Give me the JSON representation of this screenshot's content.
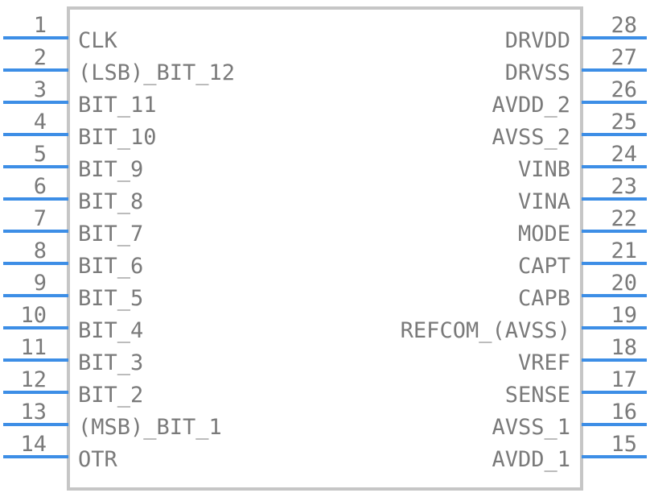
{
  "left_pins": [
    {
      "number": "1",
      "label": "CLK"
    },
    {
      "number": "2",
      "label": "(LSB)_BIT_12"
    },
    {
      "number": "3",
      "label": "BIT_11"
    },
    {
      "number": "4",
      "label": "BIT_10"
    },
    {
      "number": "5",
      "label": "BIT_9"
    },
    {
      "number": "6",
      "label": "BIT_8"
    },
    {
      "number": "7",
      "label": "BIT_7"
    },
    {
      "number": "8",
      "label": "BIT_6"
    },
    {
      "number": "9",
      "label": "BIT_5"
    },
    {
      "number": "10",
      "label": "BIT_4"
    },
    {
      "number": "11",
      "label": "BIT_3"
    },
    {
      "number": "12",
      "label": "BIT_2"
    },
    {
      "number": "13",
      "label": "(MSB)_BIT_1"
    },
    {
      "number": "14",
      "label": "OTR"
    }
  ],
  "right_pins": [
    {
      "number": "28",
      "label": "DRVDD"
    },
    {
      "number": "27",
      "label": "DRVSS"
    },
    {
      "number": "26",
      "label": "AVDD_2"
    },
    {
      "number": "25",
      "label": "AVSS_2"
    },
    {
      "number": "24",
      "label": "VINB"
    },
    {
      "number": "23",
      "label": "VINA"
    },
    {
      "number": "22",
      "label": "MODE"
    },
    {
      "number": "21",
      "label": "CAPT"
    },
    {
      "number": "20",
      "label": "CAPB"
    },
    {
      "number": "19",
      "label": "REFCOM_(AVSS)"
    },
    {
      "number": "18",
      "label": "VREF"
    },
    {
      "number": "17",
      "label": "SENSE"
    },
    {
      "number": "16",
      "label": "AVSS_1"
    },
    {
      "number": "15",
      "label": "AVDD_1"
    }
  ],
  "colors": {
    "pin_line": "#3d8ee6",
    "text": "#7a7a7a",
    "body_outline": "#c6c6c6"
  }
}
